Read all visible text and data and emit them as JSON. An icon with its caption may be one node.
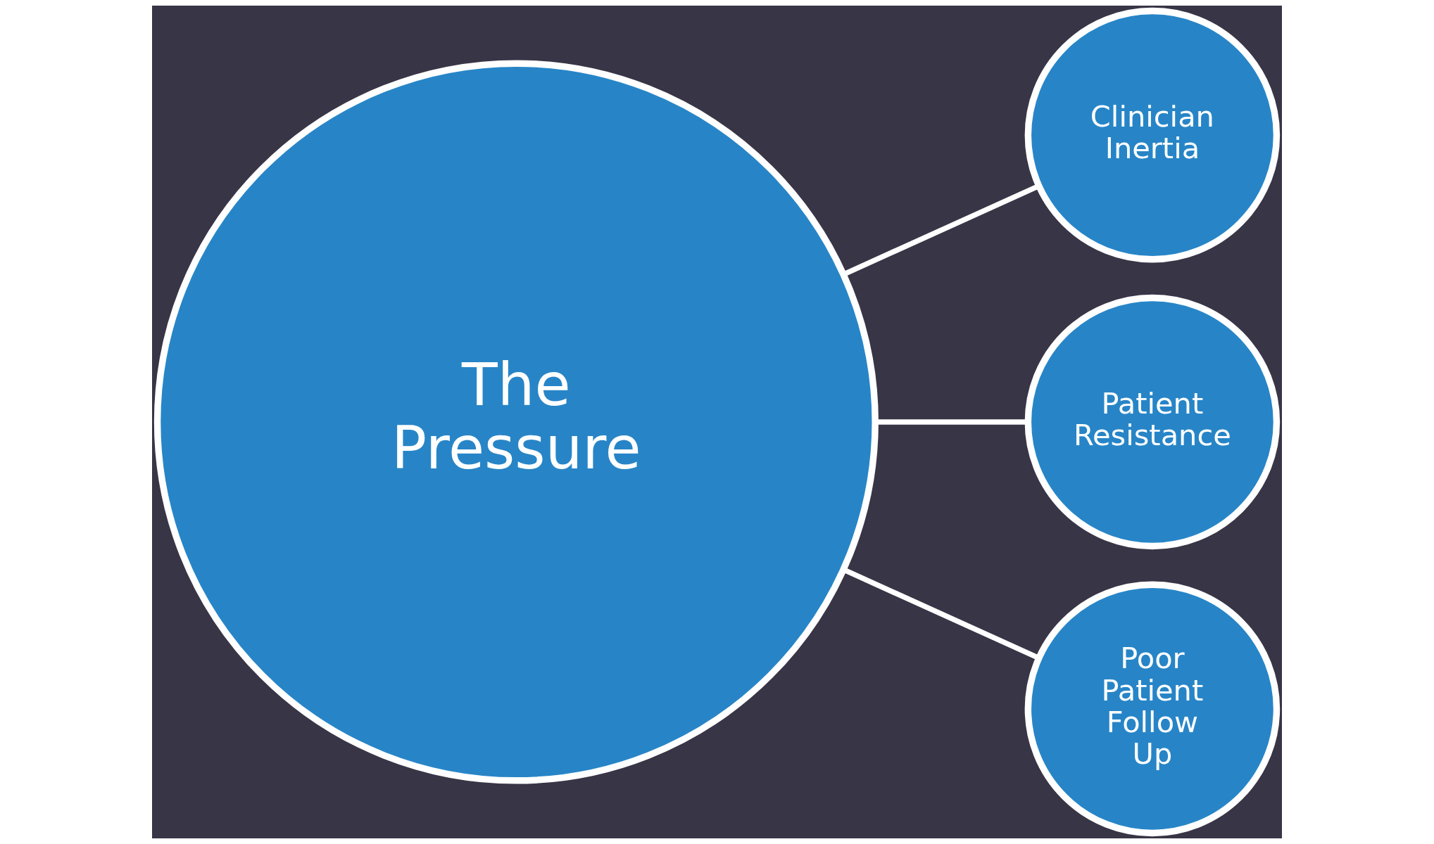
{
  "diagram": {
    "nodes": [
      {
        "text": [
          "The Pressure"
        ]
      },
      {
        "text": [
          "Clinician Inertia"
        ]
      },
      {
        "text": [
          "Patient Resistance"
        ]
      },
      {
        "text": [
          "Poor Patient Follow Up"
        ]
      }
    ],
    "edges": [
      {
        "from": 0,
        "to": 1,
        "arrow": "none"
      },
      {
        "from": 0,
        "to": 2,
        "arrow": "none"
      },
      {
        "from": 0,
        "to": 3,
        "arrow": "none"
      }
    ]
  }
}
